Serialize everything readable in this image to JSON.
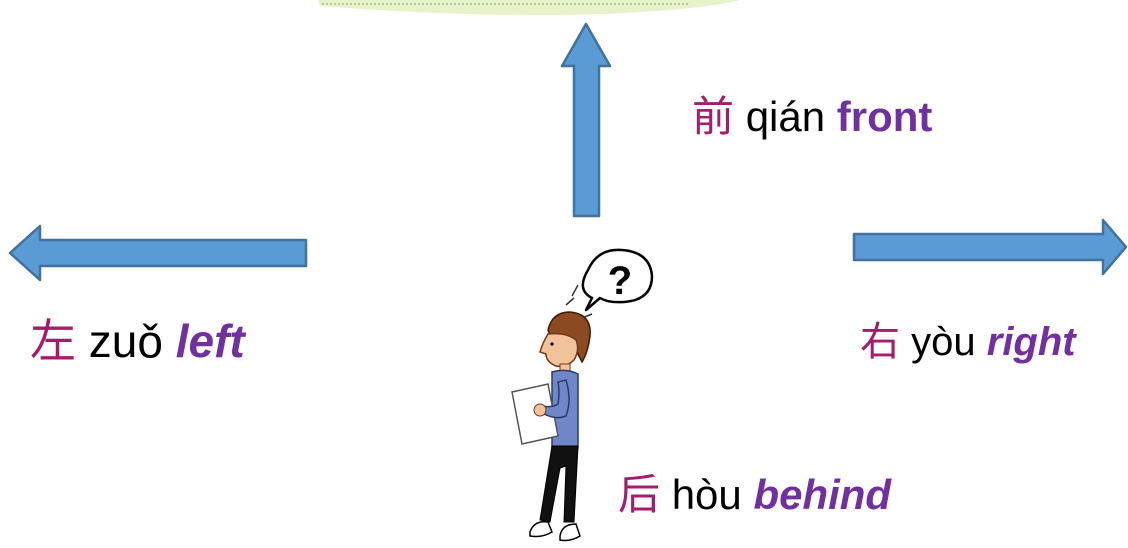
{
  "colors": {
    "hanzi": "#A51C6B",
    "english": "#7030A0",
    "pinyin": "#000000",
    "arrow_fill": "#5B9BD5",
    "arrow_stroke": "#41719C"
  },
  "directions": {
    "front": {
      "hanzi": "前",
      "pinyin": "qián",
      "english": "front"
    },
    "left": {
      "hanzi": "左",
      "pinyin": "zuǒ",
      "english": "left"
    },
    "right": {
      "hanzi": "右",
      "pinyin": "yòu",
      "english": "right"
    },
    "behind": {
      "hanzi": "后",
      "pinyin": "hòu",
      "english": "behind"
    }
  },
  "figure": {
    "speech_bubble_text": "?"
  }
}
